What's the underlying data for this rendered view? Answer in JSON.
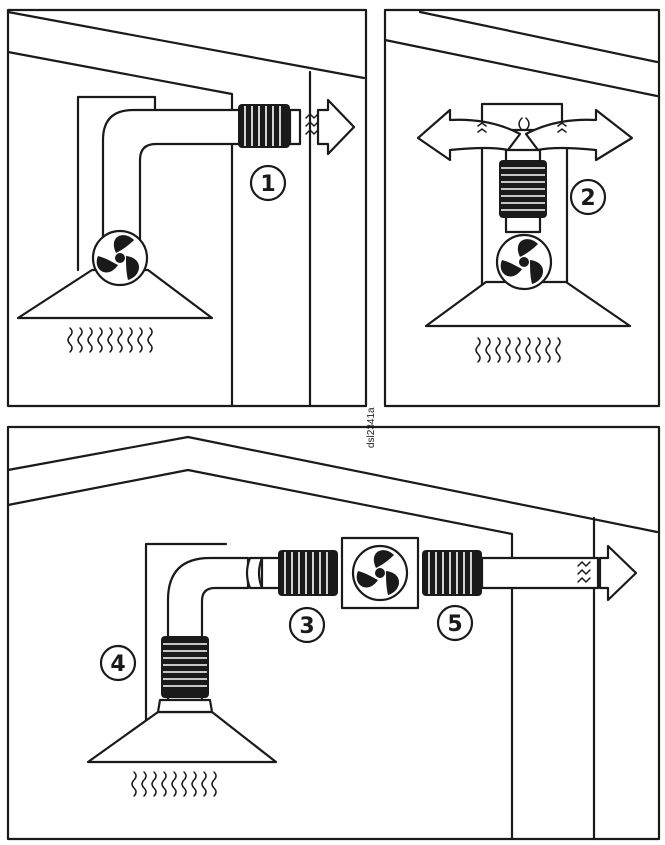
{
  "diagram": {
    "reference_code": "dsl2341a",
    "callouts": [
      {
        "number": "1",
        "meaning": ""
      },
      {
        "number": "2",
        "meaning": ""
      },
      {
        "number": "3",
        "meaning": ""
      },
      {
        "number": "4",
        "meaning": ""
      },
      {
        "number": "5",
        "meaning": ""
      }
    ],
    "icons": [
      "fan-icon",
      "air-flow-arrow-icon",
      "heat-rising-icon",
      "flex-duct-bellows-icon"
    ],
    "colors": {
      "ink": "#1a1a1a",
      "paper": "#ffffff"
    }
  }
}
